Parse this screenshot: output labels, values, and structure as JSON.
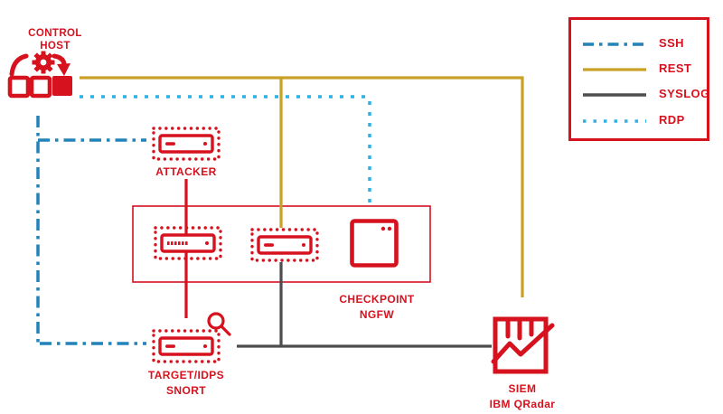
{
  "colors": {
    "red": "#d5121e",
    "rest_gold": "#c9a127",
    "syslog_gray": "#4d4d4d",
    "ssh_blue": "#2183b9",
    "rdp_cyan": "#2eb2e5"
  },
  "nodes": {
    "control_host": {
      "line1": "CONTROL",
      "line2": "HOST",
      "icon": "automation-gear-icon"
    },
    "attacker": {
      "label": "ATTACKER",
      "icon": "server-icon"
    },
    "checkpoint_ngfw": {
      "line1": "CHECKPOINT",
      "line2": "NGFW",
      "icon": "firewall-icon"
    },
    "target_idps": {
      "line1": "TARGET/IDPS",
      "line2": "SNORT",
      "icon": "server-search-icon"
    },
    "siem": {
      "line1": "SIEM",
      "line2": "IBM QRadar",
      "icon": "chart-icon"
    }
  },
  "legend": {
    "items": [
      {
        "label": "SSH",
        "style": "dashdot",
        "color_key": "ssh_blue"
      },
      {
        "label": "REST",
        "style": "solid",
        "color_key": "rest_gold"
      },
      {
        "label": "SYSLOG",
        "style": "solid",
        "color_key": "syslog_gray"
      },
      {
        "label": "RDP",
        "style": "dotted",
        "color_key": "rdp_cyan"
      }
    ]
  },
  "connections": [
    {
      "from": "control_host",
      "to": "attacker",
      "protocol": "SSH"
    },
    {
      "from": "control_host",
      "to": "target_idps",
      "protocol": "SSH"
    },
    {
      "from": "control_host",
      "to": "checkpoint_ngfw",
      "protocol": "REST"
    },
    {
      "from": "control_host",
      "to": "siem",
      "protocol": "REST"
    },
    {
      "from": "control_host",
      "to": "checkpoint_ngfw",
      "protocol": "RDP"
    },
    {
      "from": "attacker",
      "to": "target_idps",
      "protocol": "attack-traffic"
    },
    {
      "from": "checkpoint_ngfw",
      "to": "siem",
      "protocol": "SYSLOG"
    },
    {
      "from": "target_idps",
      "to": "siem",
      "protocol": "SYSLOG"
    }
  ]
}
